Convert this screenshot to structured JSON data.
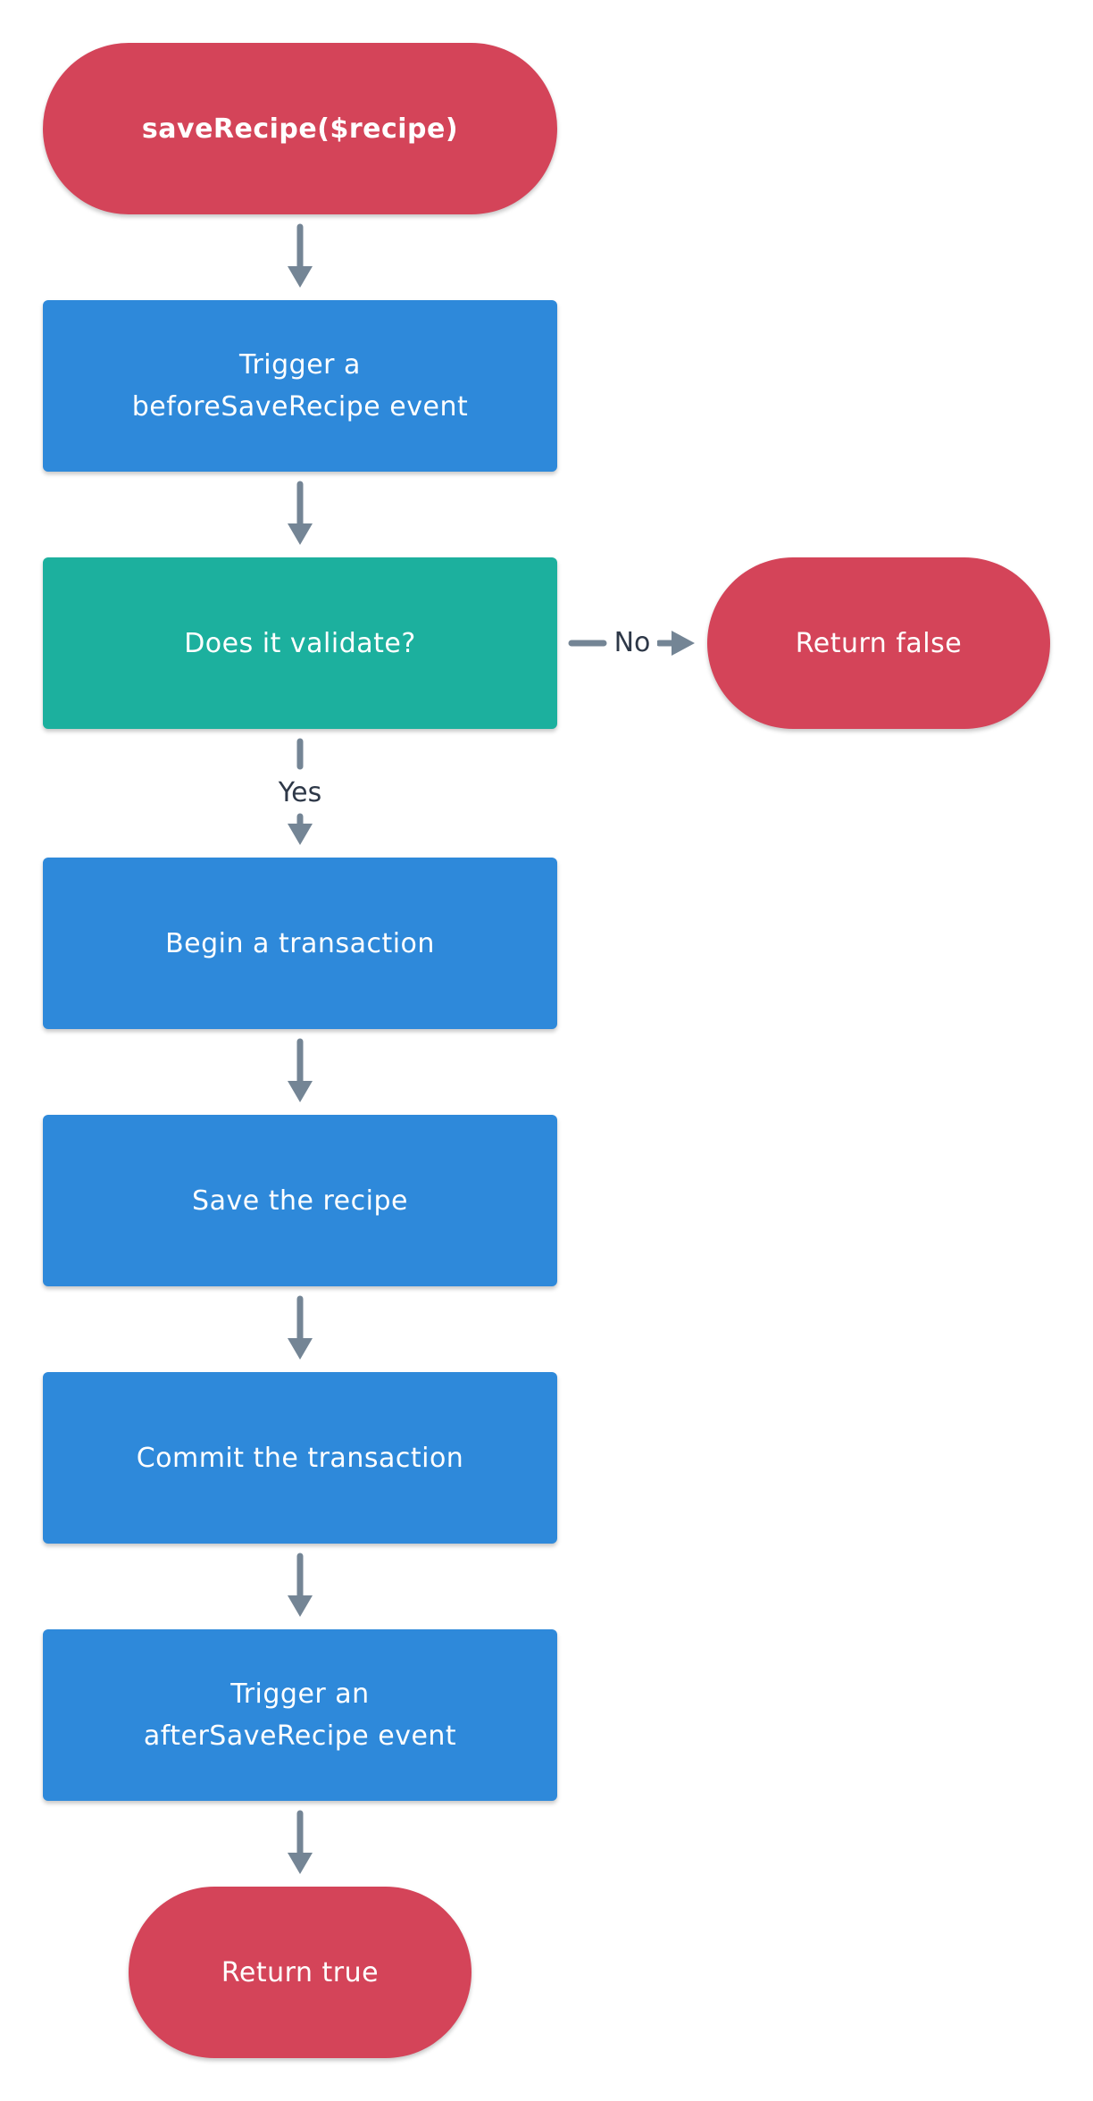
{
  "nodes": {
    "start": "saveRecipe($recipe)",
    "before_save": "Trigger a\nbeforeSaveRecipe event",
    "validate": "Does it validate?",
    "return_false": "Return false",
    "begin_transaction": "Begin a transaction",
    "save_recipe": "Save the recipe",
    "commit_transaction": "Commit the transaction",
    "after_save": "Trigger an\nafterSaveRecipe event",
    "return_true": "Return true"
  },
  "edges": {
    "no": "No",
    "yes": "Yes"
  },
  "colors": {
    "terminal": "#d44459",
    "process": "#2e89da",
    "decision": "#1cb09e",
    "arrow": "#748595",
    "label_text": "#2e3848"
  }
}
